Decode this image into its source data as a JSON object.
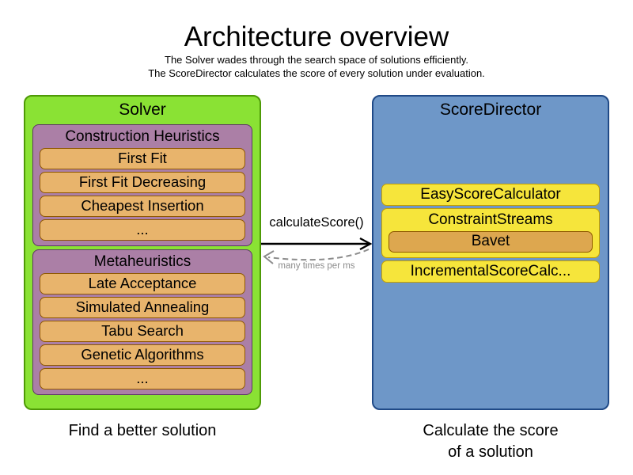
{
  "header": {
    "title": "Architecture overview",
    "subtitle1": "The Solver wades through the search space of solutions efficiently.",
    "subtitle2": "The ScoreDirector calculates the score of every solution under evaluation."
  },
  "solver": {
    "title": "Solver",
    "caption": "Find a better solution",
    "groups": [
      {
        "title": "Construction Heuristics",
        "items": [
          "First Fit",
          "First Fit Decreasing",
          "Cheapest Insertion",
          "..."
        ]
      },
      {
        "title": "Metaheuristics",
        "items": [
          "Late Acceptance",
          "Simulated Annealing",
          "Tabu Search",
          "Genetic Algorithms",
          "..."
        ]
      }
    ]
  },
  "score_director": {
    "title": "ScoreDirector",
    "caption_line1": "Calculate the score",
    "caption_line2": "of a solution",
    "calculators": [
      {
        "label": "EasyScoreCalculator"
      },
      {
        "label": "ConstraintStreams",
        "sub": "Bavet"
      },
      {
        "label": "IncrementalScoreCalc..."
      }
    ]
  },
  "arrow": {
    "label": "calculateScore()",
    "sublabel": "many times per ms"
  },
  "colors": {
    "solver_fill": "#8ae234",
    "solver_border": "#4e9a06",
    "group_fill": "#ab7fa6",
    "group_border": "#5c3566",
    "item_fill": "#e8b46c",
    "item_border": "#8f5902",
    "director_fill": "#6e97c8",
    "director_border": "#204a87",
    "calculator_fill": "#f6e53b",
    "calculator_border": "#c4a000",
    "bavet_fill": "#dda74f",
    "call_arrow": "#000000",
    "return_arrow": "#8c8c8c"
  }
}
